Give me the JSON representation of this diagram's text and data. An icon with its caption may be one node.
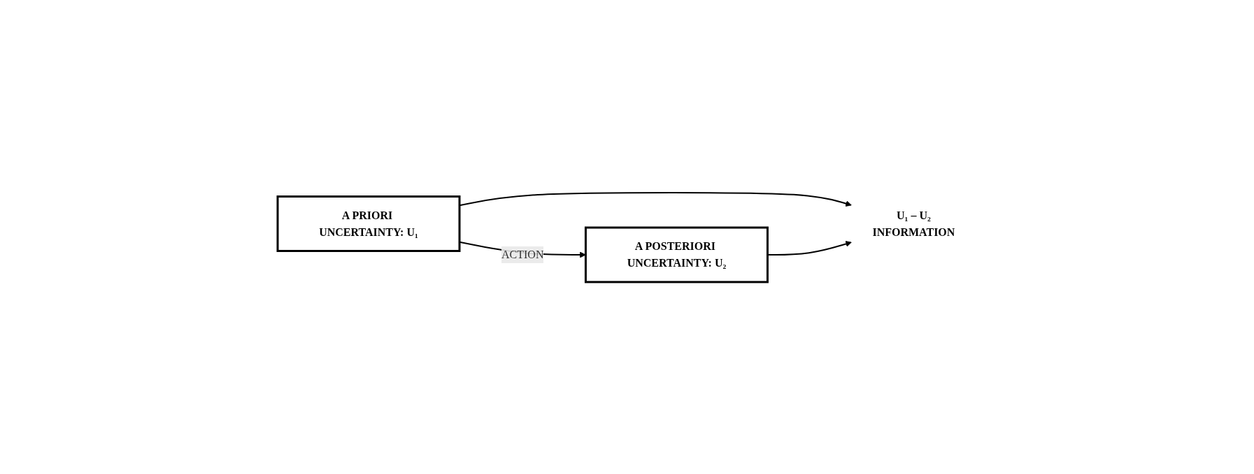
{
  "diagram": {
    "nodes": [
      {
        "text": [
          "A PRIORI UNCERTAINTY: U₁"
        ]
      },
      {
        "text": [
          "A POSTERIORI UNCERTAINTY: U₂"
        ]
      },
      {
        "text": [
          "U₁ – U₂"
        ],
        "beside": [
          "INFORMATION"
        ]
      }
    ],
    "edges": [
      {
        "from": 0,
        "to": 1,
        "arrow": "to",
        "label": "ACTION"
      },
      {
        "from": 0,
        "to": 2,
        "arrow": "to"
      },
      {
        "from": 1,
        "to": 2,
        "arrow": "to"
      }
    ]
  }
}
